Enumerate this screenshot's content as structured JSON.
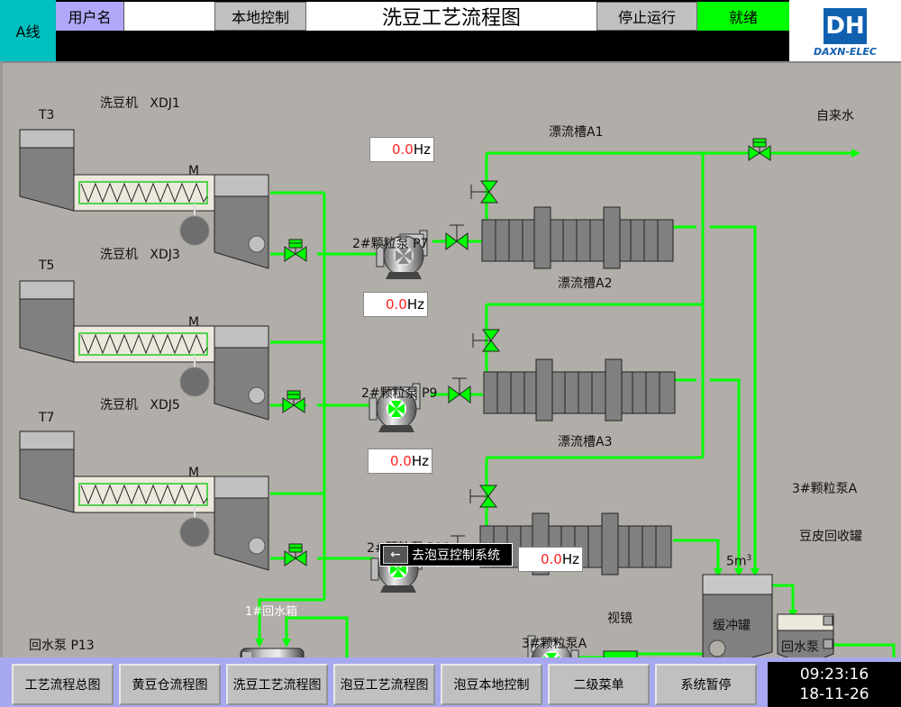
{
  "header": {
    "line_tag": "A线",
    "user_label": "用户名",
    "user_value": "",
    "local_control_button": "本地控制",
    "title": "洗豆工艺流程图",
    "stop_button": "停止运行",
    "status": "就绪",
    "logo_text": "DAXN-ELEC",
    "logo_mark": "DH",
    "colors": {
      "line_tag": "#00c0c0",
      "user_label": "#b0a8f8",
      "status_ready": "#00ff00"
    }
  },
  "process": {
    "pipe_color": "#00ff00",
    "washers": [
      {
        "tank": "T3",
        "name": "洗豆机",
        "id": "XDJ1",
        "motor": "M"
      },
      {
        "tank": "T5",
        "name": "洗豆机",
        "id": "XDJ3",
        "motor": "M"
      },
      {
        "tank": "T7",
        "name": "洗豆机",
        "id": "XDJ5",
        "motor": "M"
      }
    ],
    "pumps": [
      {
        "label": "2#颗粒泵 P7",
        "freq_value": "0.0",
        "freq_unit": "Hz",
        "running": false
      },
      {
        "label": "2#颗粒泵 P9",
        "freq_value": "0.0",
        "freq_unit": "Hz",
        "running": true
      },
      {
        "label": "2#颗粒泵 P11",
        "freq_value": "0.0",
        "freq_unit": "Hz",
        "running": true
      }
    ],
    "flumes": [
      "漂流槽A1",
      "漂流槽A2",
      "漂流槽A3"
    ],
    "tap_water": "自来水",
    "pump_3a": {
      "label": "3#颗粒泵A",
      "freq_value": "0.0",
      "freq_unit": "Hz",
      "top_label": "3#颗粒泵A"
    },
    "sight_glass": "视镜",
    "buffer_tank": {
      "label": "缓冲罐",
      "volume": "5m",
      "volume_sup": "3"
    },
    "hull_tank": "豆皮回收罐",
    "return_pump": "回水泵",
    "return_tank": "1#回水箱",
    "return_pump_p13": "回水泵 P13",
    "go_soak_button": "去泡豆控制系统",
    "go_soak_arrow": "←"
  },
  "footer": {
    "buttons": [
      "工艺流程总图",
      "黄豆仓流程图",
      "洗豆工艺流程图",
      "泡豆工艺流程图",
      "泡豆本地控制",
      "二级菜单",
      "系统暂停"
    ],
    "time": "09:23:16",
    "date": "18-11-26"
  }
}
